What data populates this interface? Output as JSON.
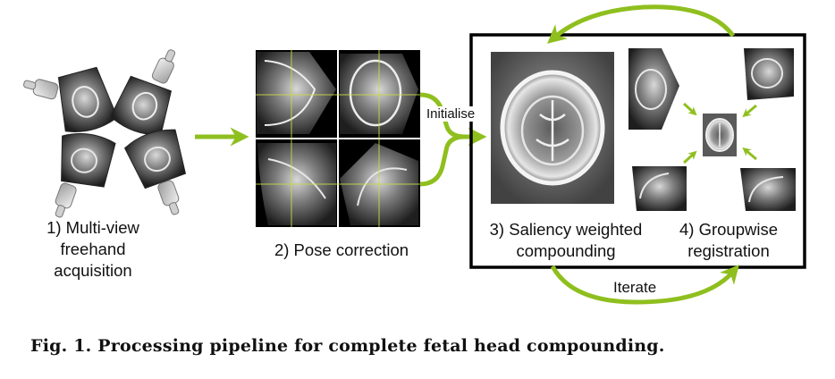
{
  "stages": [
    {
      "label": "1) Multi-view\nfreehand\nacquisition"
    },
    {
      "label": "2) Pose correction"
    },
    {
      "label": "3) Saliency weighted\ncompounding"
    },
    {
      "label": "4) Groupwise\nregistration"
    }
  ],
  "arrow_labels": {
    "initialise": "Initialise",
    "iterate": "Iterate"
  },
  "caption": {
    "prefix": "Fig. 1.",
    "text": "Processing pipeline for complete fetal head compounding."
  },
  "colors": {
    "arrow": "#8fbf1e",
    "arrow_dark": "#6f9a12",
    "grid_line": "#c9d94a",
    "frame": "#000000"
  }
}
